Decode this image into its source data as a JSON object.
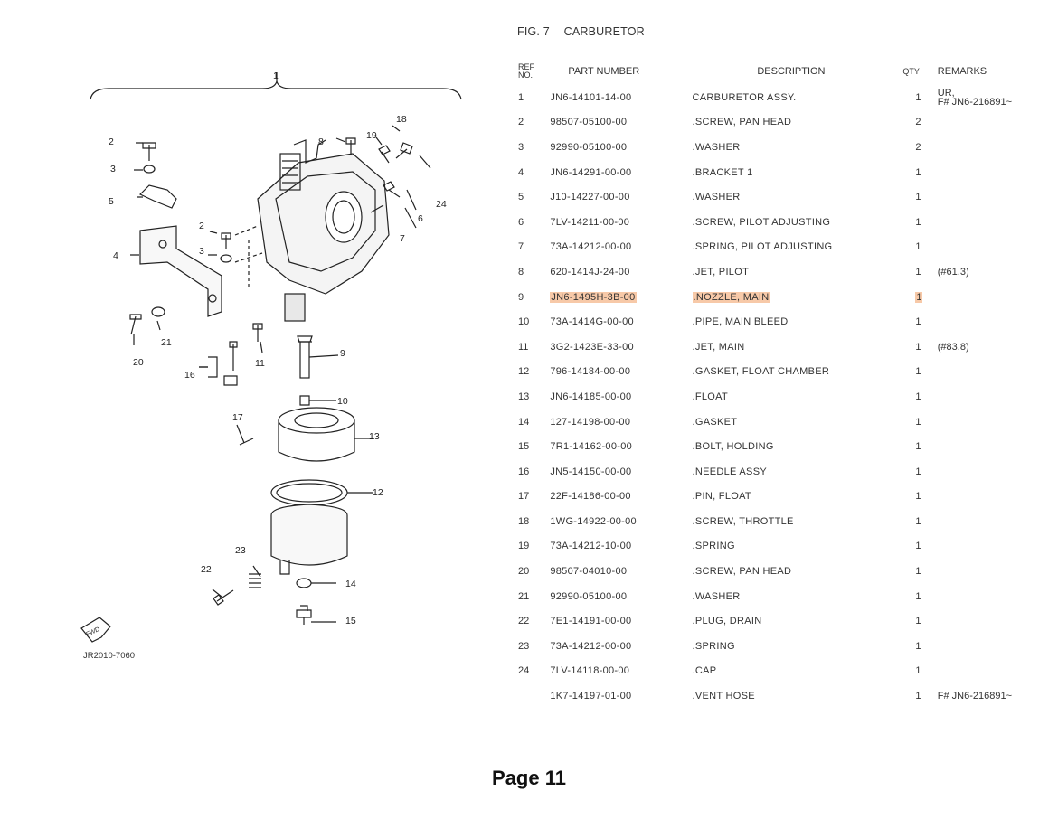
{
  "figure": {
    "number": "FIG. 7",
    "title": "CARBURETOR",
    "drawing_code": "JR2010-7060"
  },
  "headers": {
    "ref_line1": "REF",
    "ref_line2": "NO.",
    "part_number": "PART NUMBER",
    "description": "DESCRIPTION",
    "qty": "QTY",
    "remarks": "REMARKS"
  },
  "rows": [
    {
      "ref": "1",
      "part_number": "JN6-14101-14-00",
      "description": "CARBURETOR ASSY.",
      "qty": "1",
      "remarks": "UR,\nF# JN6-216891~"
    },
    {
      "ref": "2",
      "part_number": "98507-05100-00",
      "description": ".SCREW, PAN HEAD",
      "qty": "2",
      "remarks": ""
    },
    {
      "ref": "3",
      "part_number": "92990-05100-00",
      "description": ".WASHER",
      "qty": "2",
      "remarks": ""
    },
    {
      "ref": "4",
      "part_number": "JN6-14291-00-00",
      "description": ".BRACKET 1",
      "qty": "1",
      "remarks": ""
    },
    {
      "ref": "5",
      "part_number": "J10-14227-00-00",
      "description": ".WASHER",
      "qty": "1",
      "remarks": ""
    },
    {
      "ref": "6",
      "part_number": "7LV-14211-00-00",
      "description": ".SCREW, PILOT ADJUSTING",
      "qty": "1",
      "remarks": ""
    },
    {
      "ref": "7",
      "part_number": "73A-14212-00-00",
      "description": ".SPRING, PILOT ADJUSTING",
      "qty": "1",
      "remarks": ""
    },
    {
      "ref": "8",
      "part_number": "620-1414J-24-00",
      "description": ".JET, PILOT",
      "qty": "1",
      "remarks": "(#61.3)"
    },
    {
      "ref": "9",
      "part_number": "JN6-1495H-3B-00",
      "description": ".NOZZLE, MAIN",
      "qty": "1",
      "remarks": "",
      "highlight": true
    },
    {
      "ref": "10",
      "part_number": "73A-1414G-00-00",
      "description": ".PIPE, MAIN BLEED",
      "qty": "1",
      "remarks": ""
    },
    {
      "ref": "11",
      "part_number": "3G2-1423E-33-00",
      "description": ".JET, MAIN",
      "qty": "1",
      "remarks": "(#83.8)"
    },
    {
      "ref": "12",
      "part_number": "796-14184-00-00",
      "description": ".GASKET, FLOAT CHAMBER",
      "qty": "1",
      "remarks": ""
    },
    {
      "ref": "13",
      "part_number": "JN6-14185-00-00",
      "description": ".FLOAT",
      "qty": "1",
      "remarks": ""
    },
    {
      "ref": "14",
      "part_number": "127-14198-00-00",
      "description": ".GASKET",
      "qty": "1",
      "remarks": ""
    },
    {
      "ref": "15",
      "part_number": "7R1-14162-00-00",
      "description": ".BOLT, HOLDING",
      "qty": "1",
      "remarks": ""
    },
    {
      "ref": "16",
      "part_number": "JN5-14150-00-00",
      "description": ".NEEDLE ASSY",
      "qty": "1",
      "remarks": ""
    },
    {
      "ref": "17",
      "part_number": "22F-14186-00-00",
      "description": ".PIN, FLOAT",
      "qty": "1",
      "remarks": ""
    },
    {
      "ref": "18",
      "part_number": "1WG-14922-00-00",
      "description": ".SCREW, THROTTLE",
      "qty": "1",
      "remarks": ""
    },
    {
      "ref": "19",
      "part_number": "73A-14212-10-00",
      "description": ".SPRING",
      "qty": "1",
      "remarks": ""
    },
    {
      "ref": "20",
      "part_number": "98507-04010-00",
      "description": ".SCREW, PAN HEAD",
      "qty": "1",
      "remarks": ""
    },
    {
      "ref": "21",
      "part_number": "92990-05100-00",
      "description": ".WASHER",
      "qty": "1",
      "remarks": ""
    },
    {
      "ref": "22",
      "part_number": "7E1-14191-00-00",
      "description": ".PLUG, DRAIN",
      "qty": "1",
      "remarks": ""
    },
    {
      "ref": "23",
      "part_number": "73A-14212-00-00",
      "description": ".SPRING",
      "qty": "1",
      "remarks": ""
    },
    {
      "ref": "24",
      "part_number": "7LV-14118-00-00",
      "description": ".CAP",
      "qty": "1",
      "remarks": ""
    },
    {
      "ref": "",
      "part_number": "1K7-14197-01-00",
      "description": ".VENT HOSE",
      "qty": "1",
      "remarks": "F# JN6-216891~"
    }
  ],
  "diagram_callouts": [
    "1",
    "2",
    "3",
    "4",
    "5",
    "2",
    "3",
    "8",
    "19",
    "18",
    "24",
    "6",
    "7",
    "21",
    "20",
    "16",
    "11",
    "9",
    "10",
    "17",
    "13",
    "12",
    "23",
    "22",
    "14",
    "15"
  ],
  "fwd_label": "FWD",
  "page_label": "Page 11"
}
